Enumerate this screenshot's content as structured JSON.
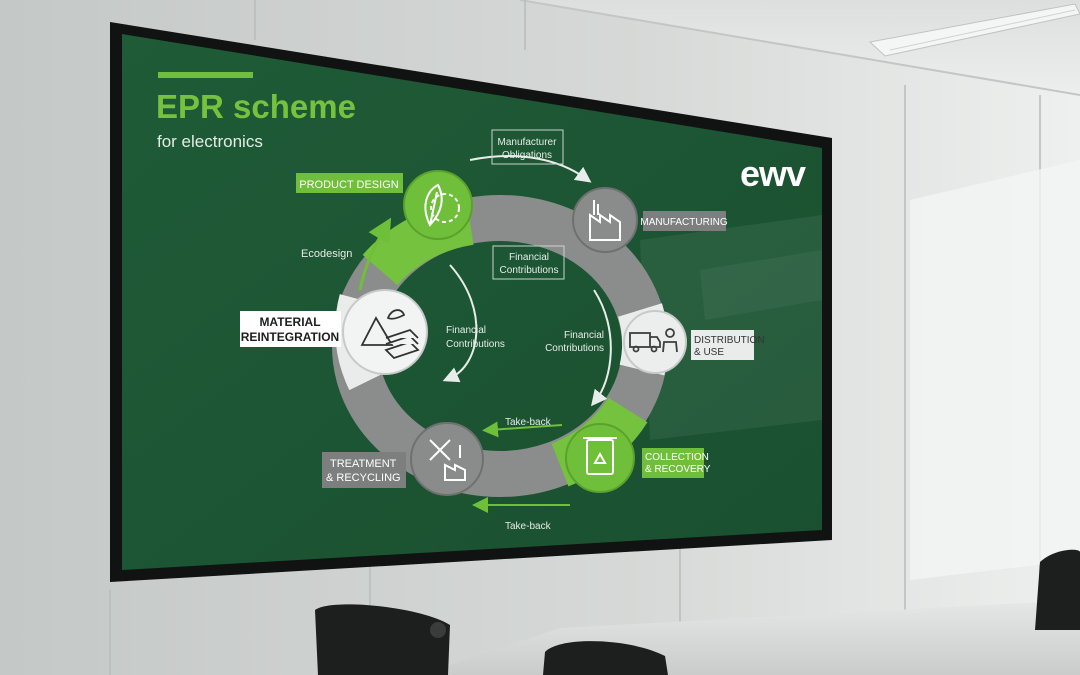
{
  "slide": {
    "title": "EPR scheme",
    "subtitle": "for electronics",
    "logo": "ewv",
    "colors": {
      "background": "#1e5a36",
      "accent_green": "#6fbf3a",
      "cycle_gray": "#8a8c8b",
      "label_gray": "#7d7f7e"
    }
  },
  "stages": {
    "product_design": "PRODUCT DESIGN",
    "manufacturing": "MANUFACTURING",
    "distribution": [
      "DISTRIBUTION",
      "& USE"
    ],
    "collection": [
      "COLLECTION",
      "& RECOVERY"
    ],
    "treatment": [
      "TREATMENT",
      "& RECYCLING"
    ],
    "material": [
      "MATERIAL",
      "REINTEGRATION"
    ]
  },
  "flows": {
    "manufacturer": [
      "Manufacturer",
      "Obligations"
    ],
    "financial_top": [
      "Financial",
      "Contributions"
    ],
    "financial_left": [
      "Financial",
      "Contributions"
    ],
    "financial_right": [
      "Financial",
      "Contributions"
    ],
    "ecodesign": "Ecodesign",
    "takeback_inner": "Take-back",
    "takeback_outer": "Take-back"
  },
  "icons": {
    "product_design": "leaf-gear-icon",
    "manufacturing": "factory-icon",
    "distribution": "truck-person-icon",
    "collection": "recycle-bin-icon",
    "treatment": "tools-factory-icon",
    "material": "material-stack-icon"
  }
}
